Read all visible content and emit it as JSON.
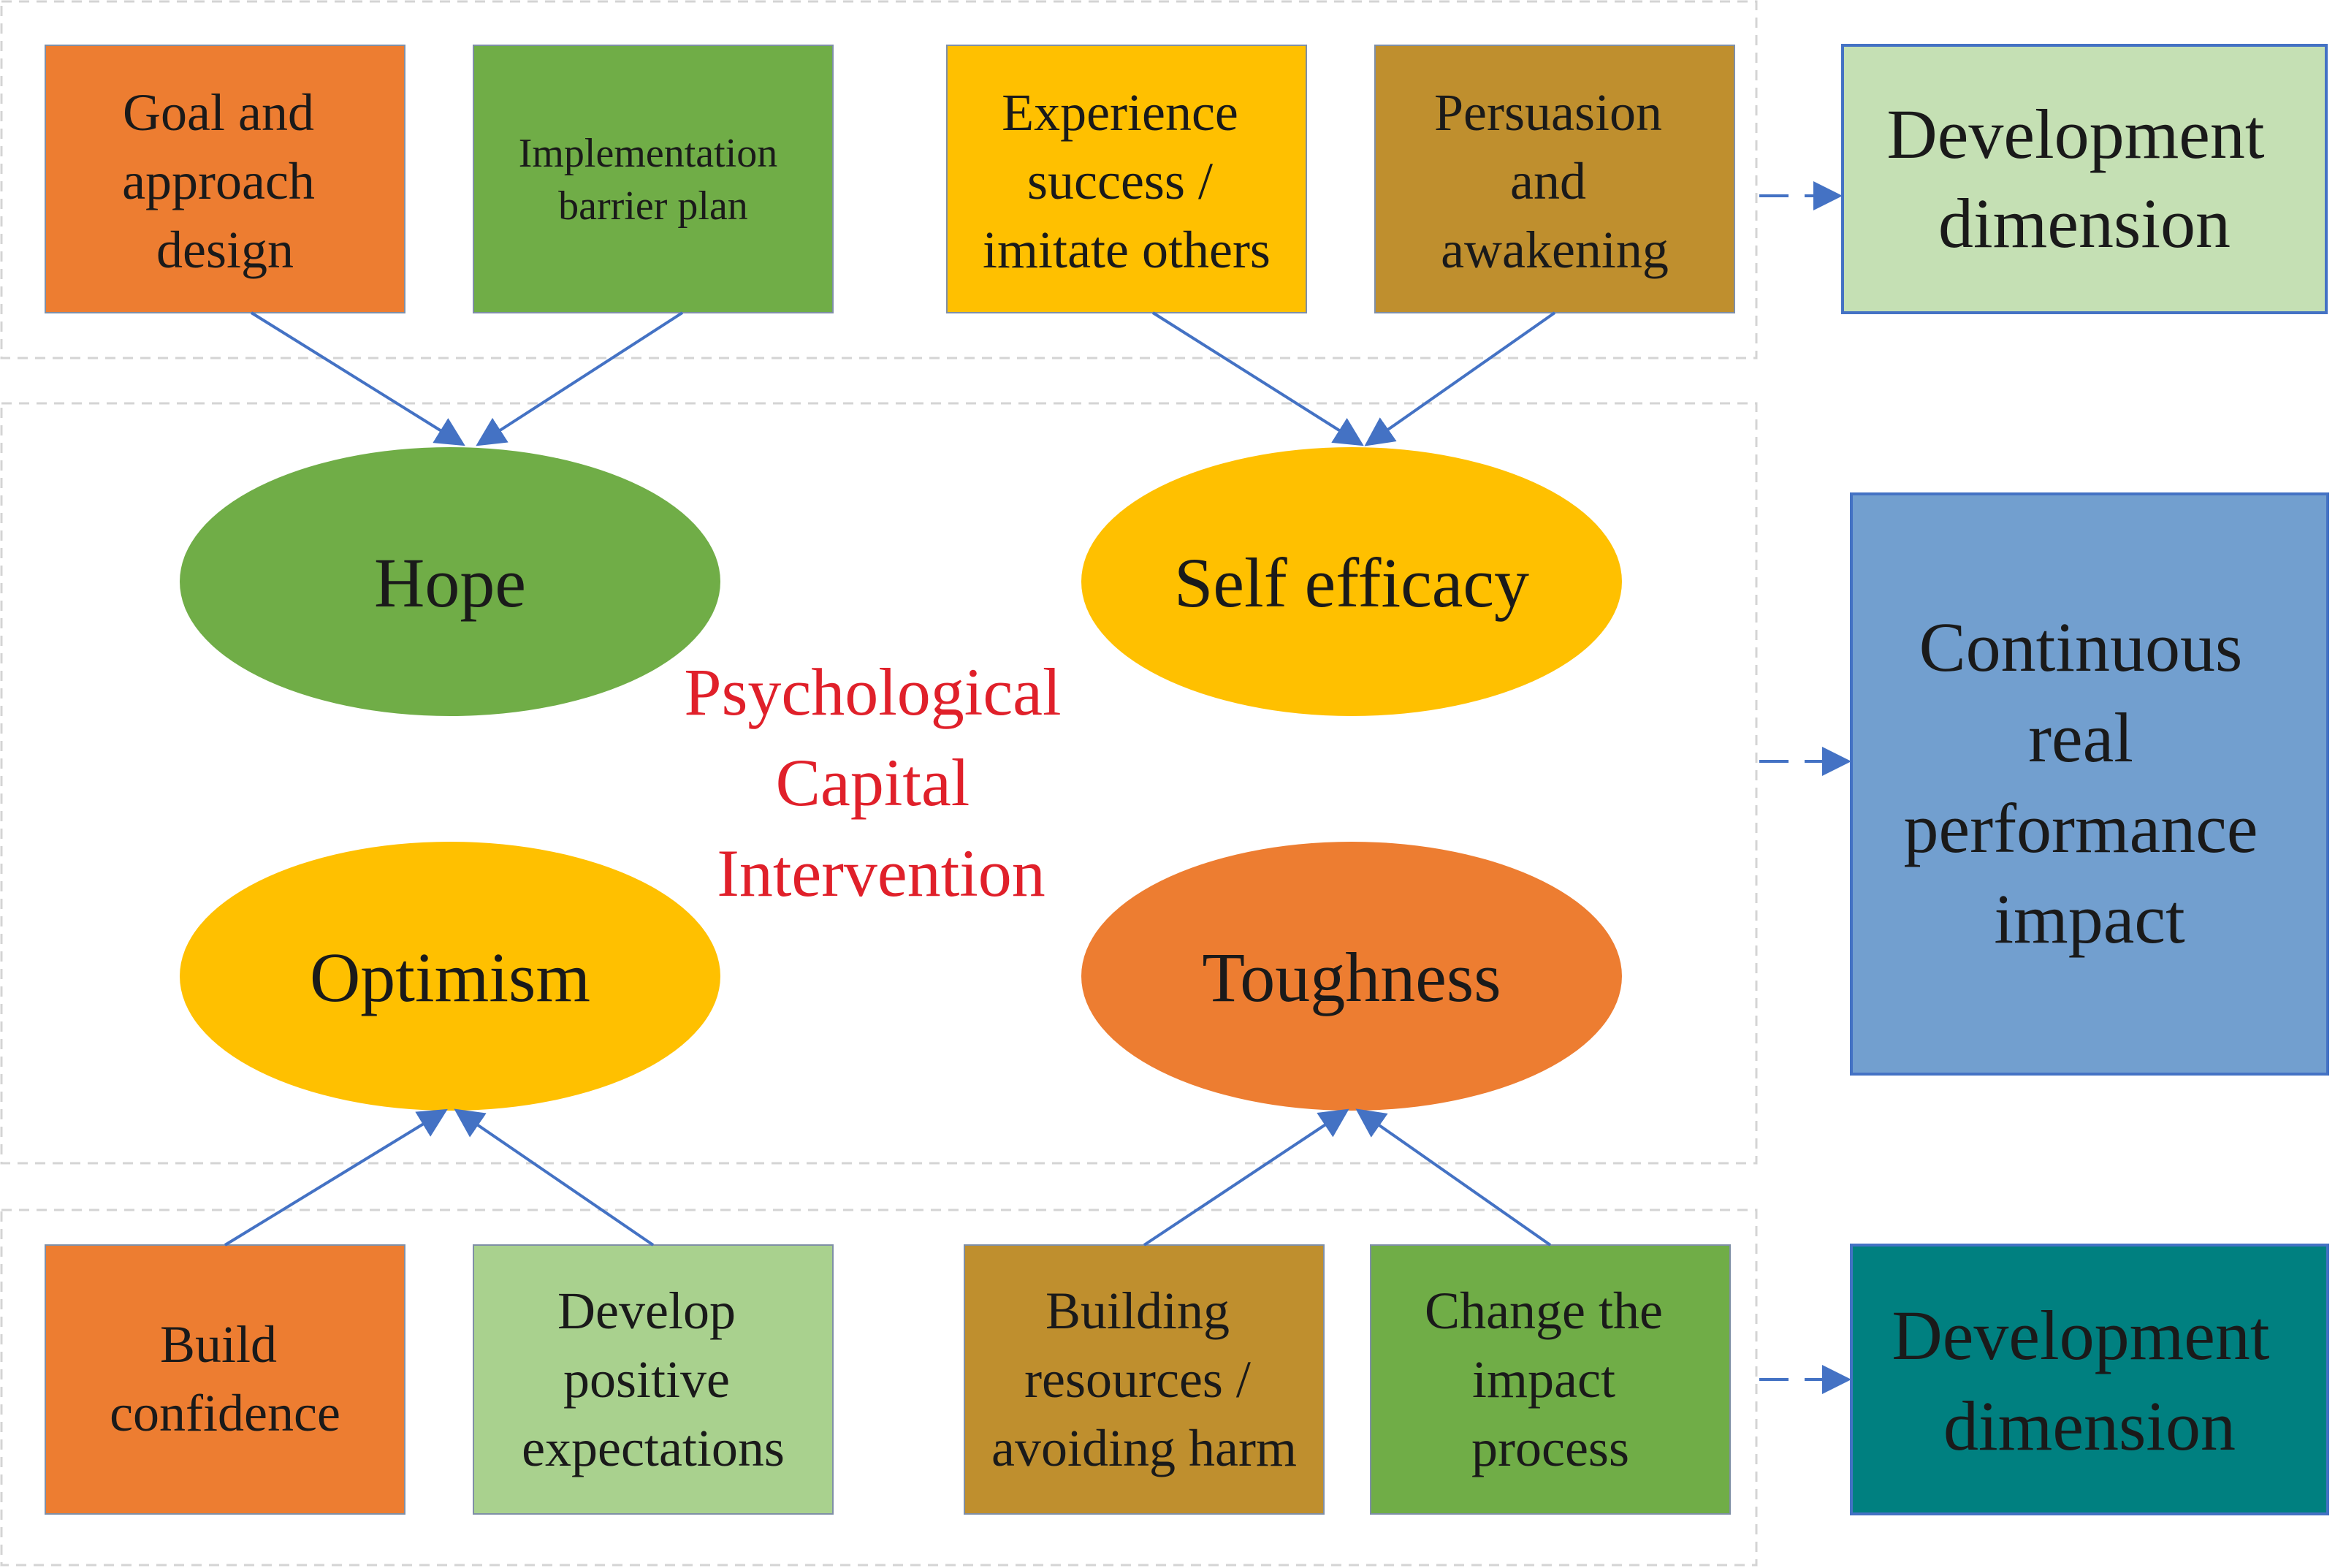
{
  "center_label": [
    "Psychological",
    "Capital",
    "Intervention"
  ],
  "top_boxes": [
    {
      "lines": [
        "Goal and",
        "approach",
        "design"
      ],
      "color": "#ed7d31"
    },
    {
      "lines": [
        "Implementation",
        "barrier plan"
      ],
      "color": "#70ad47"
    },
    {
      "lines": [
        "Experience",
        "success /",
        "imitate others"
      ],
      "color": "#ffc000"
    },
    {
      "lines": [
        "Persuasion",
        "and",
        "awakening"
      ],
      "color": "#bf8f2e"
    }
  ],
  "ellipses": [
    {
      "label": "Hope",
      "color": "#70ad47"
    },
    {
      "label": "Self efficacy",
      "color": "#ffc000"
    },
    {
      "label": "Optimism",
      "color": "#ffc000"
    },
    {
      "label": "Toughness",
      "color": "#ed7d31"
    }
  ],
  "bottom_boxes": [
    {
      "lines": [
        "Build",
        "confidence"
      ],
      "color": "#ed7d31"
    },
    {
      "lines": [
        "Develop",
        "positive",
        "expectations"
      ],
      "color": "#a9d18e"
    },
    {
      "lines": [
        "Building",
        "resources /",
        "avoiding harm"
      ],
      "color": "#bf8f2e"
    },
    {
      "lines": [
        "Change the",
        "impact",
        "process"
      ],
      "color": "#70ad47"
    }
  ],
  "side_boxes": [
    {
      "lines": [
        "Development",
        "dimension"
      ],
      "color": "#c5e0b4"
    },
    {
      "lines": [
        "Continuous",
        "real",
        "performance",
        "impact"
      ],
      "color": "#729fcf"
    },
    {
      "lines": [
        "Development",
        "dimension"
      ],
      "color": "#008080"
    }
  ],
  "colors": {
    "arrow": "#4472c4",
    "center_text": "#e0202a",
    "frame": "#d4d4d4"
  }
}
